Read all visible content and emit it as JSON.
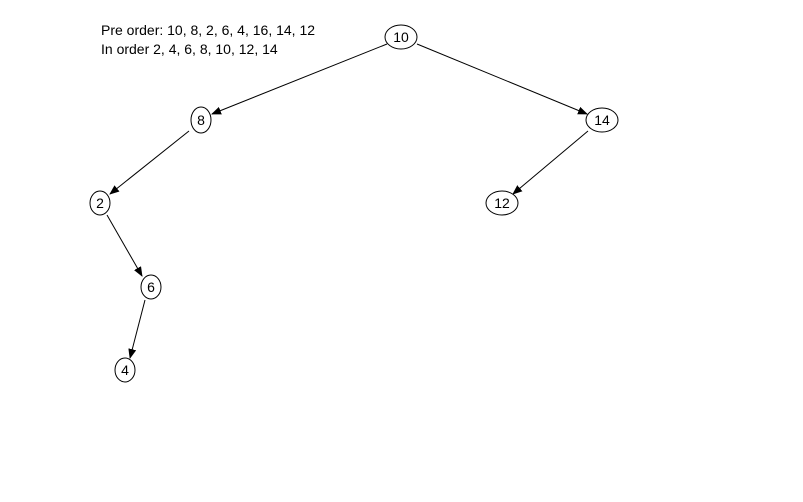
{
  "captions": {
    "pre_order": "Pre order: 10, 8, 2, 6, 4, 16, 14, 12",
    "in_order": "In order 2, 4, 6, 8, 10, 12, 14"
  },
  "tree": {
    "nodes": [
      {
        "id": "n10",
        "label": "10"
      },
      {
        "id": "n8",
        "label": "8"
      },
      {
        "id": "n14",
        "label": "14"
      },
      {
        "id": "n2",
        "label": "2"
      },
      {
        "id": "n12",
        "label": "12"
      },
      {
        "id": "n6",
        "label": "6"
      },
      {
        "id": "n4",
        "label": "4"
      }
    ],
    "edges": [
      {
        "from": "n10",
        "to": "n8"
      },
      {
        "from": "n10",
        "to": "n14"
      },
      {
        "from": "n8",
        "to": "n2"
      },
      {
        "from": "n14",
        "to": "n12"
      },
      {
        "from": "n2",
        "to": "n6"
      },
      {
        "from": "n6",
        "to": "n4"
      }
    ]
  }
}
